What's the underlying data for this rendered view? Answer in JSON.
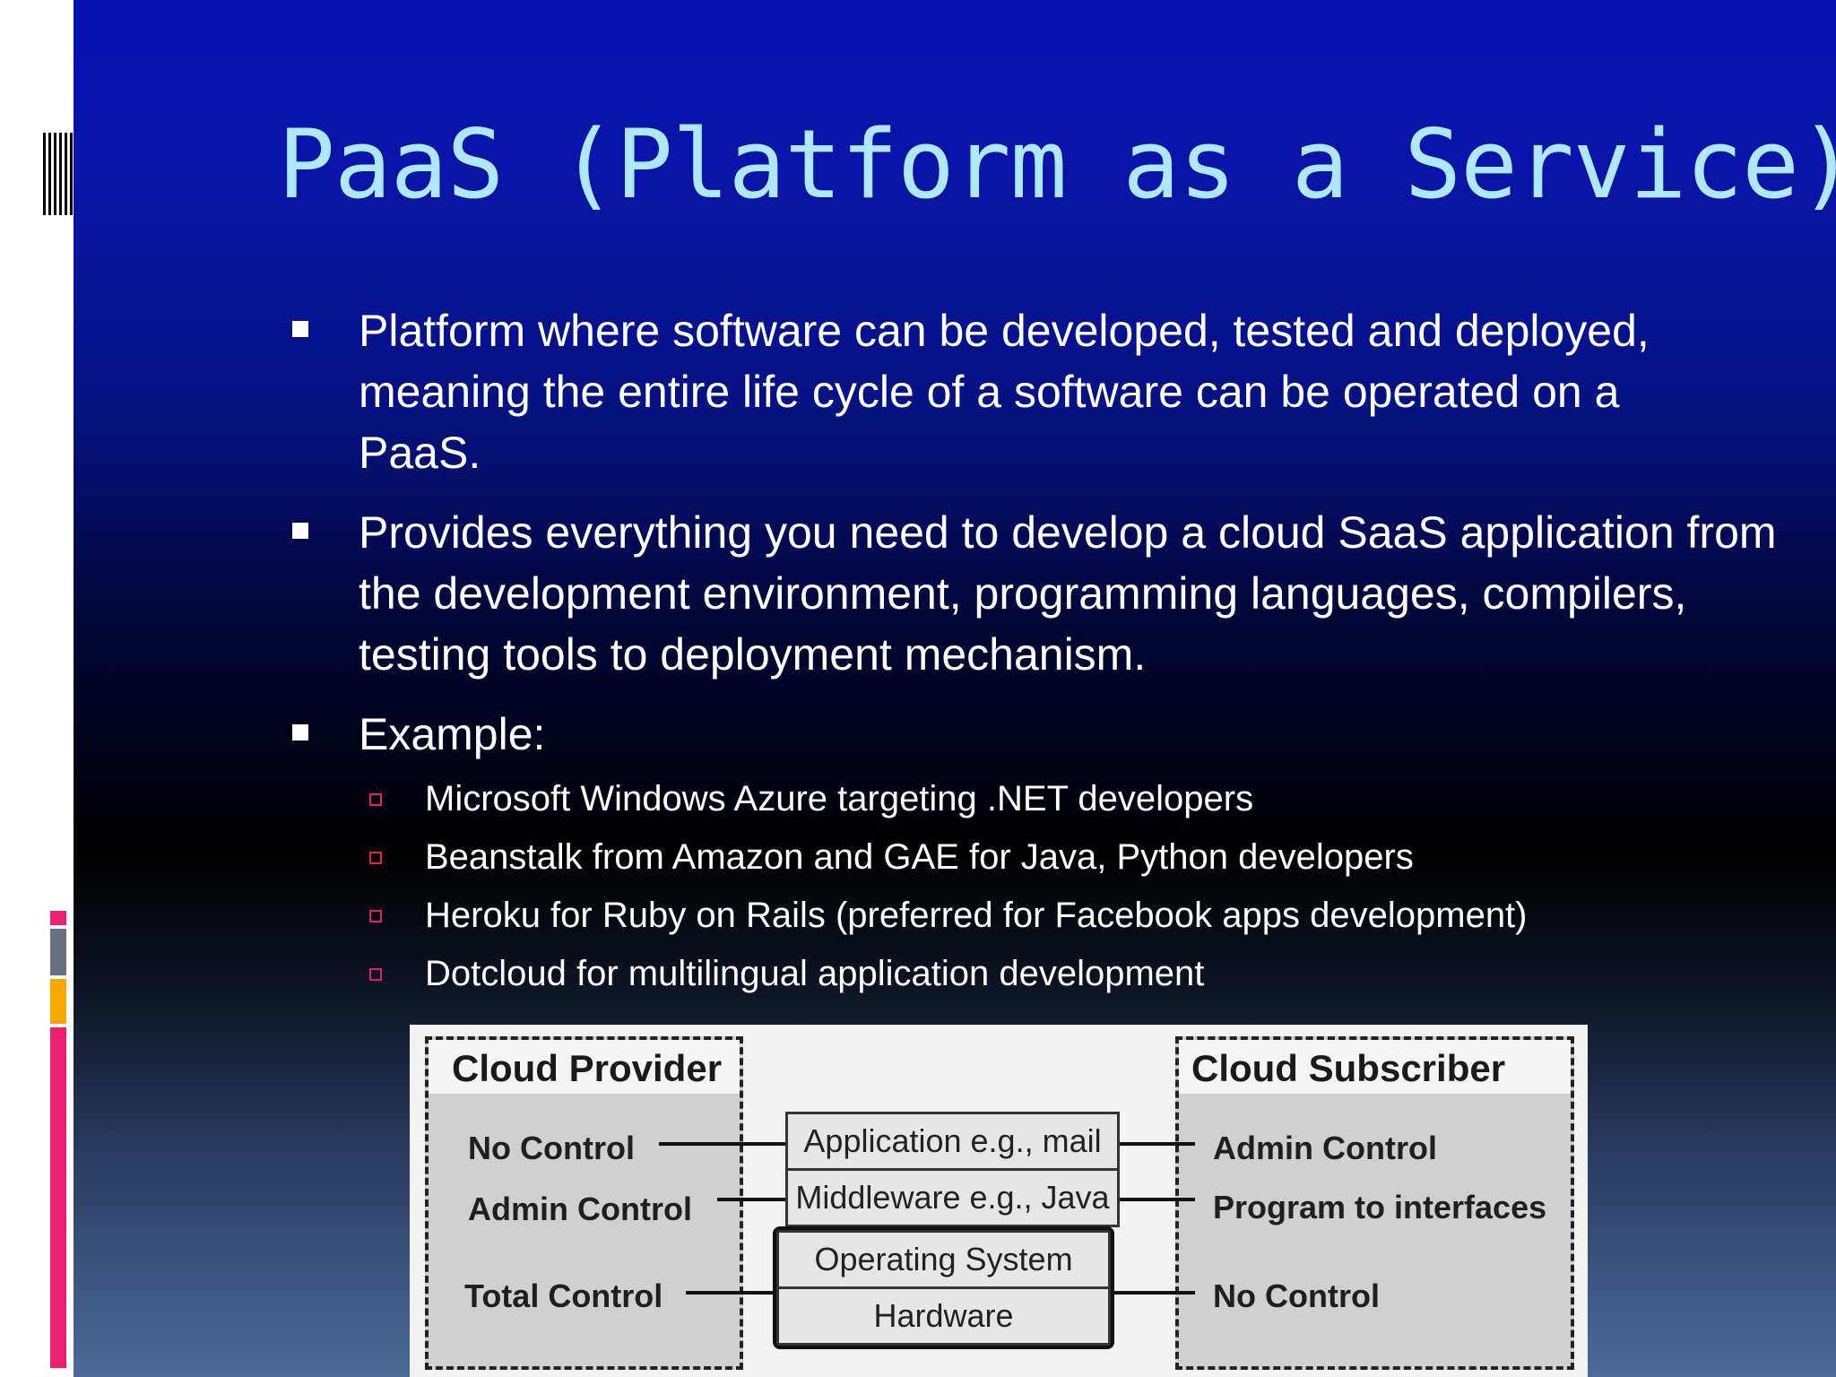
{
  "slide": {
    "title": "PaaS (Platform as a Service)",
    "bullets": [
      {
        "text": "Platform where software can be developed, tested and deployed, meaning the entire life cycle of a software can be operated on a PaaS."
      },
      {
        "text": "Provides everything you need to develop a cloud SaaS application from the development environment, programming languages, compilers, testing tools to deployment mechanism."
      },
      {
        "text": "Example:"
      }
    ],
    "sub_bullets": [
      "Microsoft Windows Azure targeting .NET developers",
      "Beanstalk from Amazon and GAE for Java, Python developers",
      "Heroku for Ruby on Rails (preferred for Facebook apps development)",
      "Dotcloud for multilingual application development"
    ]
  },
  "diagram": {
    "provider": {
      "title": "Cloud Provider",
      "labels": [
        "No Control",
        "Admin Control",
        "Total Control"
      ]
    },
    "subscriber": {
      "title": "Cloud Subscriber",
      "labels": [
        "Admin Control",
        "Program to interfaces",
        "No Control"
      ]
    },
    "stack": [
      "Application e.g., mail",
      "Middleware e.g., Java",
      "Operating System",
      "Hardware"
    ]
  },
  "colors": {
    "title": "#aee8ff",
    "text": "#ffffff",
    "sub_bullet": "#e0206e",
    "accent_bars": [
      "#e8206e",
      "#6a7080",
      "#f5a800",
      "#e8206e"
    ]
  }
}
